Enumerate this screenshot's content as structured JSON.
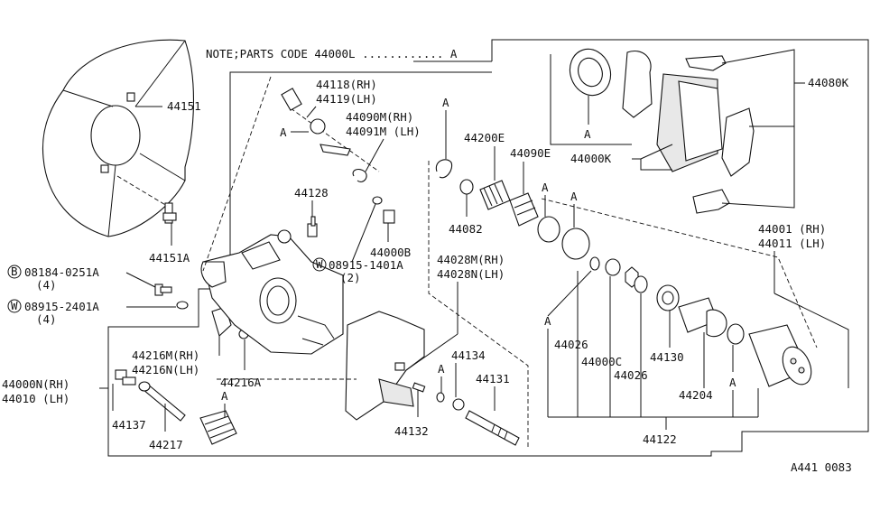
{
  "note": "NOTE;PARTS CODE   44000L ............ A",
  "watermark": "A441 0083",
  "labels": {
    "p44151": "44151",
    "p44151A": "44151A",
    "p08184": "08184-0251A",
    "p08184q": "(4)",
    "p08915a": "08915-2401A",
    "p08915aq": "(4)",
    "p44000N": "44000N(RH)",
    "p44010": "44010  (LH)",
    "p44137": "44137",
    "p44217": "44217",
    "p44216M": "44216M(RH)",
    "p44216N": "44216N(LH)",
    "p44216A": "44216A",
    "p44118": "44118(RH)",
    "p44119": "44119(LH)",
    "p44090M": "44090M(RH)",
    "p44091M": "44091M (LH)",
    "p44128": "44128",
    "p44000B": "44000B",
    "p08915b": "08915-1401A",
    "p08915bq": "(2)",
    "p44200E": "44200E",
    "p44090E": "44090E",
    "p44082": "44082",
    "p44028M": "44028M(RH)",
    "p44028N": "44028N(LH)",
    "p44134": "44134",
    "p44131": "44131",
    "p44132": "44132",
    "p44026a": "44026",
    "p44000C": "44000C",
    "p44026b": "44026",
    "p44130": "44130",
    "p44204": "44204",
    "p44122": "44122",
    "p44001": "44001 (RH)",
    "p44011": "44011 (LH)",
    "p44000K": "44000K",
    "p44080K": "44080K",
    "a": "A",
    "circB": "B",
    "circW": "W"
  }
}
